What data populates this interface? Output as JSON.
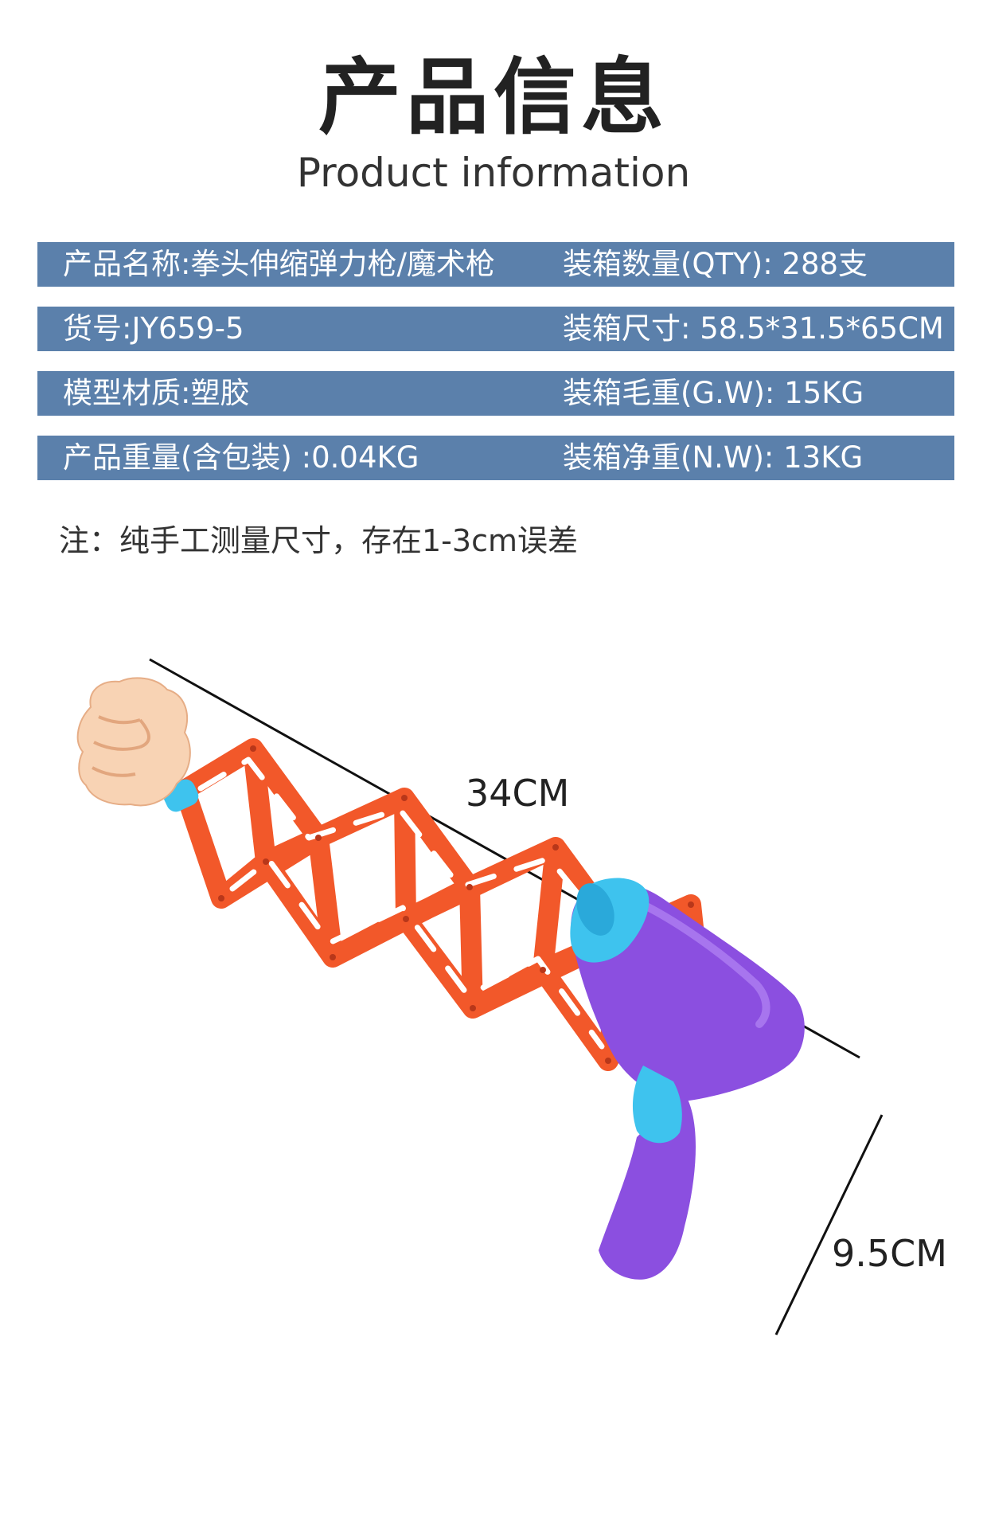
{
  "header": {
    "title_cn": "产品信息",
    "title_en": "Product information"
  },
  "info_rows": [
    {
      "left": "产品名称:拳头伸缩弹力枪/魔术枪",
      "right": "装箱数量(QTY): 288支"
    },
    {
      "left": "货号:JY659-5",
      "right": "装箱尺寸: 58.5*31.5*65CM"
    },
    {
      "left": "模型材质:塑胶",
      "right": "装箱毛重(G.W): 15KG"
    },
    {
      "left": "产品重量(含包装) :0.04KG",
      "right": "装箱净重(N.W): 13KG"
    }
  ],
  "note": "注：纯手工测量尺寸，存在1-3cm误差",
  "dimensions": {
    "length": "34CM",
    "height": "9.5CM"
  },
  "colors": {
    "row_bg": "#5b80ab",
    "scissor_orange": "#f2582a",
    "gun_purple": "#8b4fe0",
    "gun_blue": "#3ec3ee",
    "fist_skin": "#f8d3b4"
  }
}
